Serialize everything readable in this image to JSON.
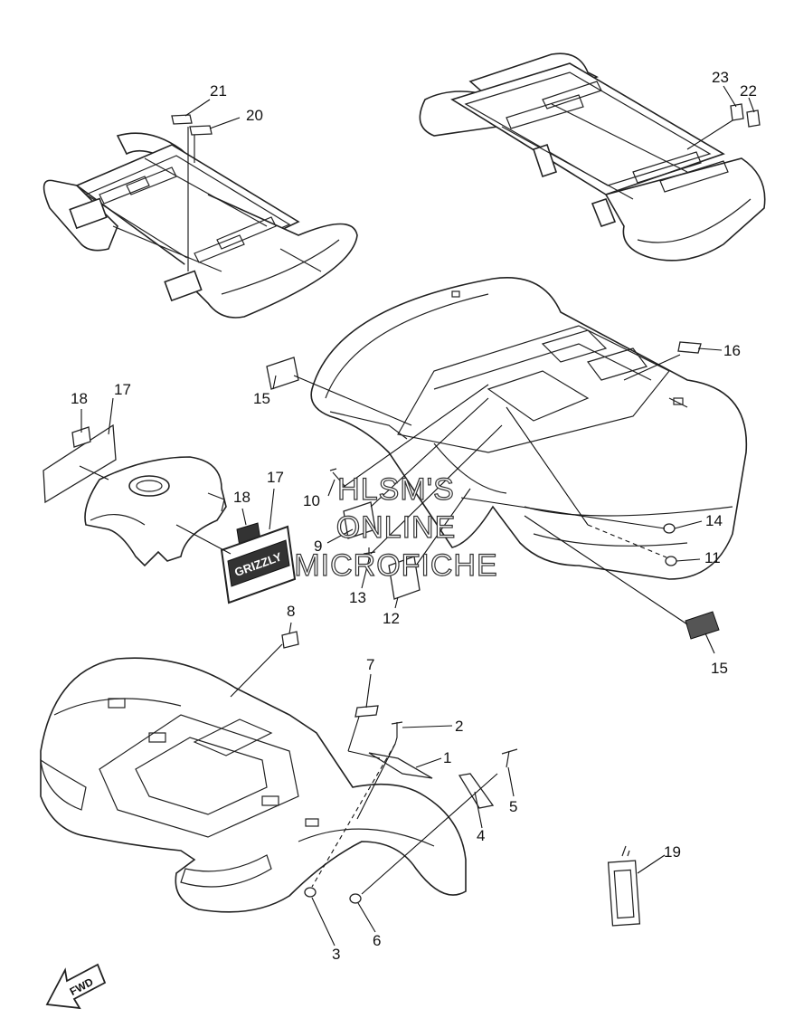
{
  "callouts": [
    {
      "key": "1",
      "text": "1"
    },
    {
      "key": "2",
      "text": "2"
    },
    {
      "key": "3",
      "text": "3"
    },
    {
      "key": "4",
      "text": "4"
    },
    {
      "key": "5",
      "text": "5"
    },
    {
      "key": "6",
      "text": "6"
    },
    {
      "key": "7",
      "text": "7"
    },
    {
      "key": "8",
      "text": "8"
    },
    {
      "key": "9",
      "text": "9"
    },
    {
      "key": "10",
      "text": "10"
    },
    {
      "key": "11",
      "text": "11"
    },
    {
      "key": "12",
      "text": "12"
    },
    {
      "key": "13",
      "text": "13"
    },
    {
      "key": "14",
      "text": "14"
    },
    {
      "key": "15a",
      "text": "15"
    },
    {
      "key": "15b",
      "text": "15"
    },
    {
      "key": "16",
      "text": "16"
    },
    {
      "key": "17a",
      "text": "17"
    },
    {
      "key": "17b",
      "text": "17"
    },
    {
      "key": "18a",
      "text": "18"
    },
    {
      "key": "18b",
      "text": "18"
    },
    {
      "key": "19",
      "text": "19"
    },
    {
      "key": "20",
      "text": "20"
    },
    {
      "key": "21",
      "text": "21"
    },
    {
      "key": "22",
      "text": "22"
    },
    {
      "key": "23",
      "text": "23"
    }
  ],
  "watermark": {
    "line1": "HLSM'S",
    "line2": "ONLINE",
    "line3": "MICROFICHE"
  },
  "fwd_label": "FWD",
  "grizzly_decal_text": "GRIZZLY",
  "colors": {
    "line": "#222222",
    "background": "#ffffff"
  }
}
